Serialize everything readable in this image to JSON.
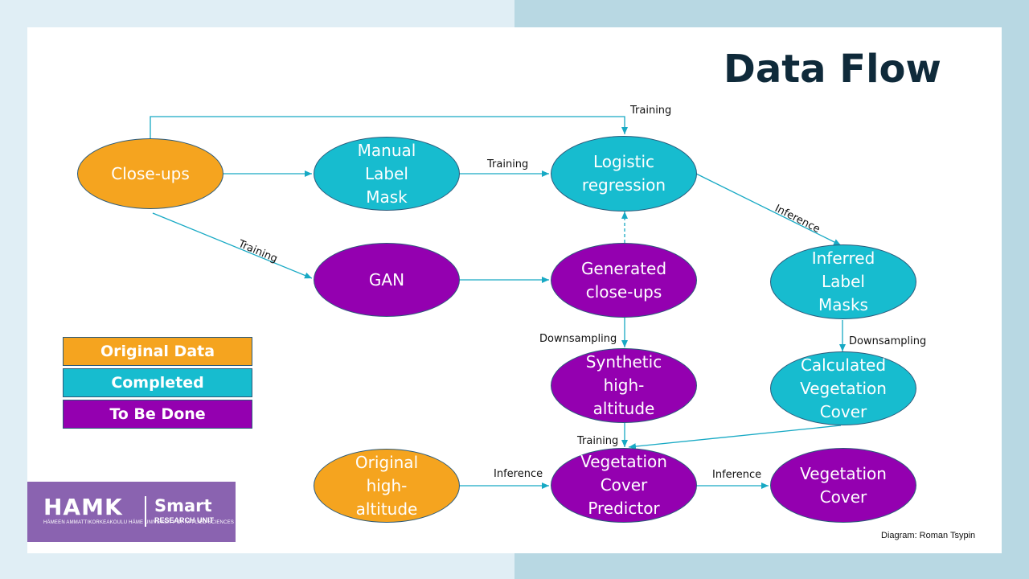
{
  "title": "Data Flow",
  "nodes": {
    "closeups": {
      "lines": [
        "Close-ups"
      ],
      "category": "original"
    },
    "manual_label_mask": {
      "lines": [
        "Manual",
        "Label",
        "Mask"
      ],
      "category": "completed"
    },
    "logistic_regression": {
      "lines": [
        "Logistic",
        "regression"
      ],
      "category": "completed"
    },
    "gan": {
      "lines": [
        "GAN"
      ],
      "category": "todo"
    },
    "generated_closeups": {
      "lines": [
        "Generated",
        "close-ups"
      ],
      "category": "todo"
    },
    "inferred_label_masks": {
      "lines": [
        "Inferred",
        "Label",
        "Masks"
      ],
      "category": "completed"
    },
    "synthetic_high_altitude": {
      "lines": [
        "Synthetic",
        "high-",
        "altitude"
      ],
      "category": "todo"
    },
    "calculated_vegetation_cover": {
      "lines": [
        "Calculated",
        "Vegetation",
        "Cover"
      ],
      "category": "completed"
    },
    "original_high_altitude": {
      "lines": [
        "Original",
        "high-",
        "altitude"
      ],
      "category": "original"
    },
    "vegetation_cover_predictor": {
      "lines": [
        "Vegetation",
        "Cover",
        "Predictor"
      ],
      "category": "todo"
    },
    "vegetation_cover": {
      "lines": [
        "Vegetation",
        "Cover"
      ],
      "category": "todo"
    }
  },
  "edge_labels": {
    "training_top": "Training",
    "training_manual": "Training",
    "training_gan": "Training",
    "inference_logistic": "Inference",
    "downsampling_generated": "Downsampling",
    "downsampling_inferred": "Downsampling",
    "training_predictor": "Training",
    "inference_original": "Inference",
    "inference_predictor": "Inference"
  },
  "legend": [
    {
      "label": "Original Data",
      "color": "#f5a41f"
    },
    {
      "label": "Completed",
      "color": "#17bccf"
    },
    {
      "label": "To Be Done",
      "color": "#9400b0"
    }
  ],
  "colors": {
    "original": "#f5a41f",
    "completed": "#17bccf",
    "todo": "#9400b0",
    "arrow": "#17a9c4"
  },
  "logo": {
    "name": "HAMK",
    "subtitle": "HÄMEEN AMMATTIKORKEAKOULU HÄME UNIVERSITY OF APPLIED SCIENCES",
    "smart": "Smart",
    "unit": "RESEARCH UNIT"
  },
  "credit": "Diagram: Roman Tsypin"
}
